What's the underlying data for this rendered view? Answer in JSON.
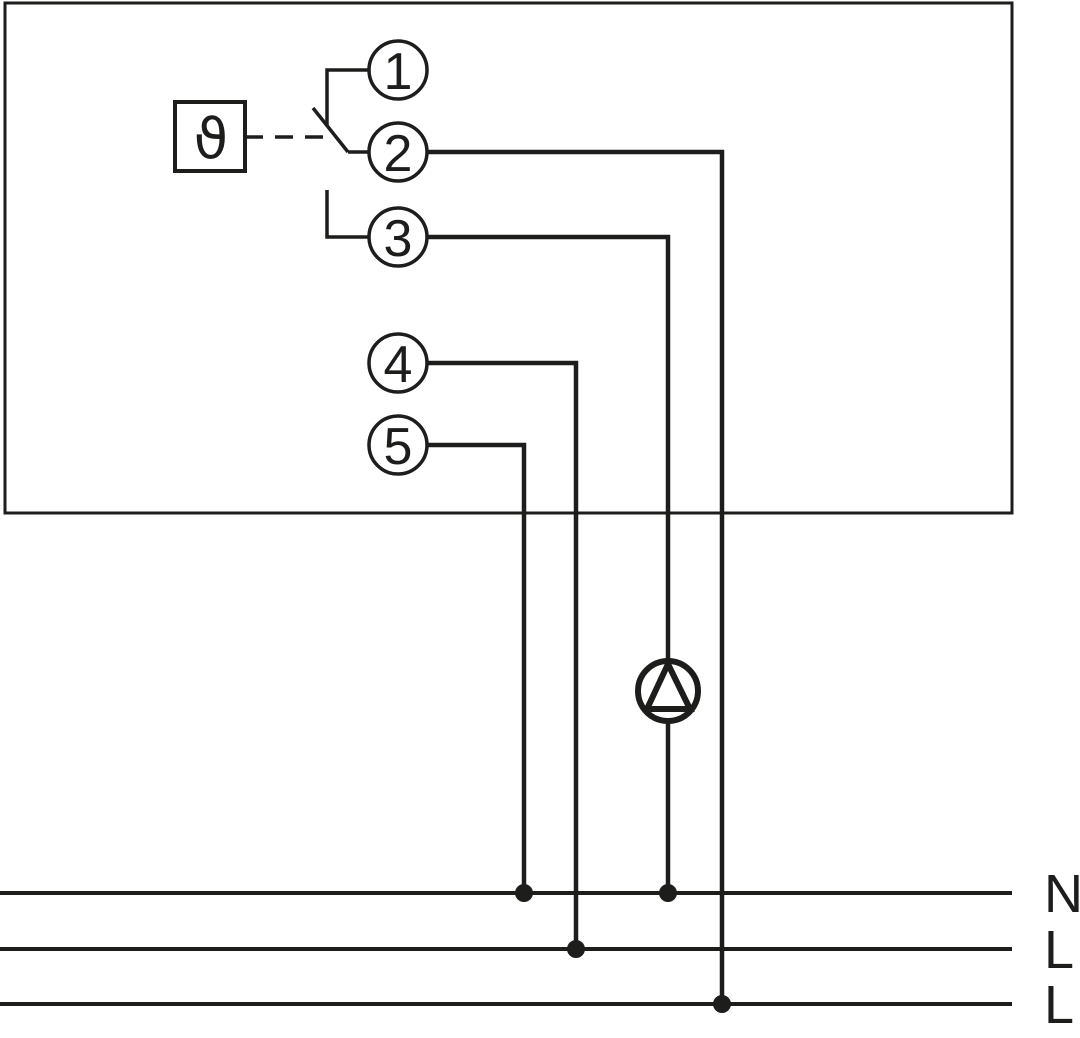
{
  "colors": {
    "line": "#1d1d1b",
    "background": "#ffffff"
  },
  "terminals": [
    {
      "label": "1"
    },
    {
      "label": "2"
    },
    {
      "label": "3"
    },
    {
      "label": "4"
    },
    {
      "label": "5"
    }
  ],
  "symbols": {
    "thermostat_glyph": "ϑ",
    "thermostat_icon": "thermostat-sensor-box",
    "switch_icon": "changeover-contact",
    "pump_icon": "circle-with-upward-triangle"
  },
  "power_lines": [
    {
      "label": "N"
    },
    {
      "label": "L"
    },
    {
      "label": "L"
    }
  ]
}
